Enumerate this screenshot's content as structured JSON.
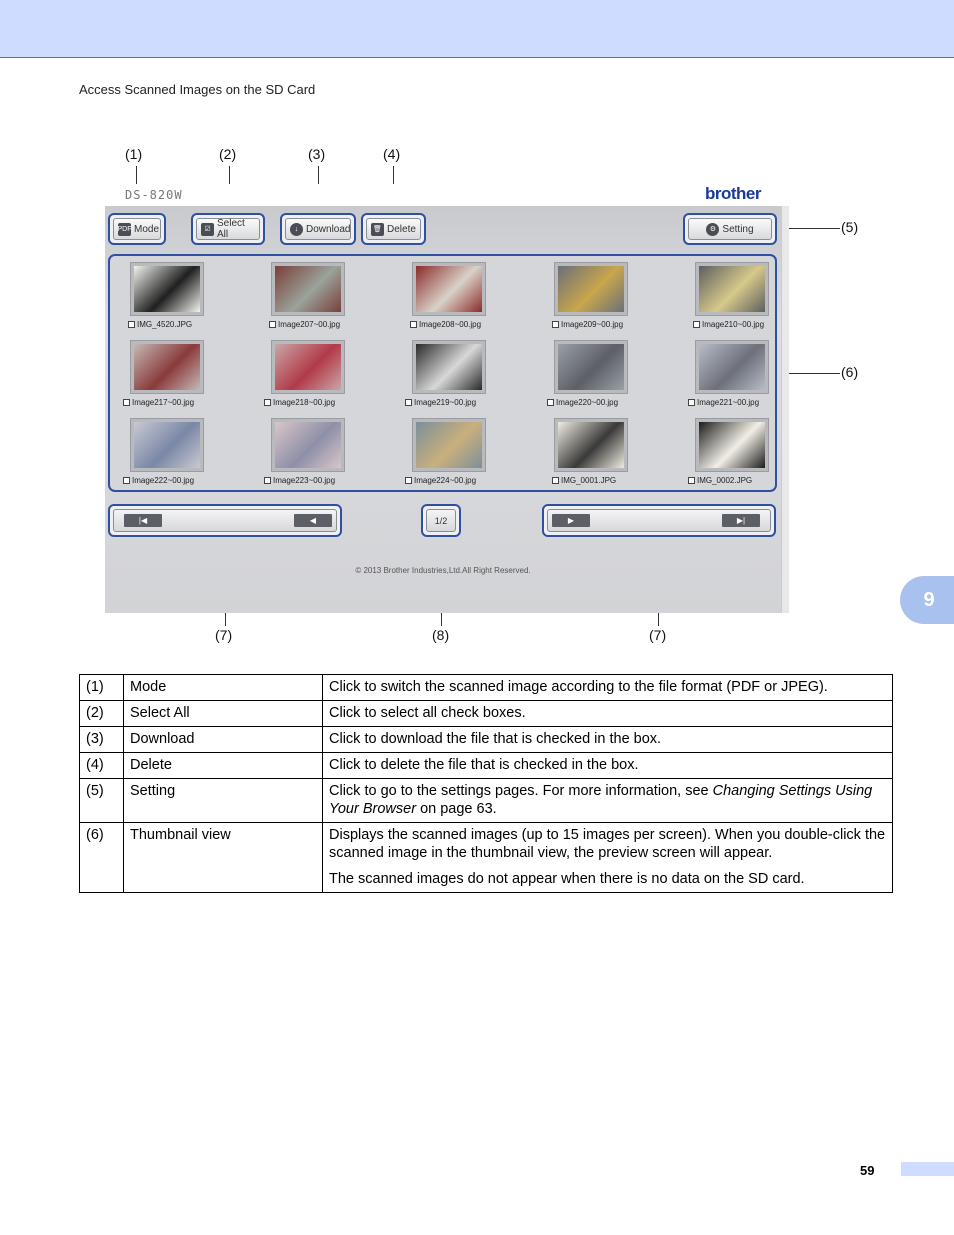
{
  "header": {
    "section_title": "Access Scanned Images on the SD Card"
  },
  "chapter_tab": "9",
  "page_number": "59",
  "callouts": {
    "c1": "(1)",
    "c2": "(2)",
    "c3": "(3)",
    "c4": "(4)",
    "c5": "(5)",
    "c6": "(6)",
    "c7a": "(7)",
    "c8": "(8)",
    "c7b": "(7)"
  },
  "screenshot": {
    "model": "DS-820W",
    "logo": "brother",
    "toolbar": {
      "mode_icon": "PDF",
      "mode": "Mode",
      "select_all": "Select All",
      "download": "Download",
      "delete": "Delete",
      "setting": "Setting"
    },
    "thumbnails": [
      {
        "name": "IMG_4520.JPG"
      },
      {
        "name": "Image207~00.jpg"
      },
      {
        "name": "Image208~00.jpg"
      },
      {
        "name": "Image209~00.jpg"
      },
      {
        "name": "Image210~00.jpg"
      },
      {
        "name": "Image217~00.jpg"
      },
      {
        "name": "Image218~00.jpg"
      },
      {
        "name": "Image219~00.jpg"
      },
      {
        "name": "Image220~00.jpg"
      },
      {
        "name": "Image221~00.jpg"
      },
      {
        "name": "Image222~00.jpg"
      },
      {
        "name": "Image223~00.jpg"
      },
      {
        "name": "Image224~00.jpg"
      },
      {
        "name": "IMG_0001.JPG"
      },
      {
        "name": "IMG_0002.JPG"
      }
    ],
    "nav": {
      "first": "|◀",
      "prev": "◀",
      "page": "1/2",
      "next": "▶",
      "last": "▶|"
    },
    "copyright": "© 2013 Brother Industries,Ltd.All Right Reserved."
  },
  "table": {
    "rows": [
      {
        "num": "(1)",
        "item": "Mode",
        "desc": "Click to switch the scanned image according to the file format (PDF or JPEG)."
      },
      {
        "num": "(2)",
        "item": "Select All",
        "desc": "Click to select all check boxes."
      },
      {
        "num": "(3)",
        "item": "Download",
        "desc": "Click to download the file that is checked in the box."
      },
      {
        "num": "(4)",
        "item": "Delete",
        "desc": "Click to delete the file that is checked in the box."
      },
      {
        "num": "(5)",
        "item": "Setting",
        "desc_pre": "Click to go to the settings pages. For more information, see ",
        "desc_link": "Changing Settings Using Your Browser",
        "desc_post": " on page 63."
      },
      {
        "num": "(6)",
        "item": "Thumbnail view",
        "desc": "Displays the scanned images (up to 15 images per screen). When you double-click the scanned image in the thumbnail view, the preview screen will appear.",
        "desc2": "The scanned images do not appear when there is no data on the SD card."
      }
    ]
  }
}
